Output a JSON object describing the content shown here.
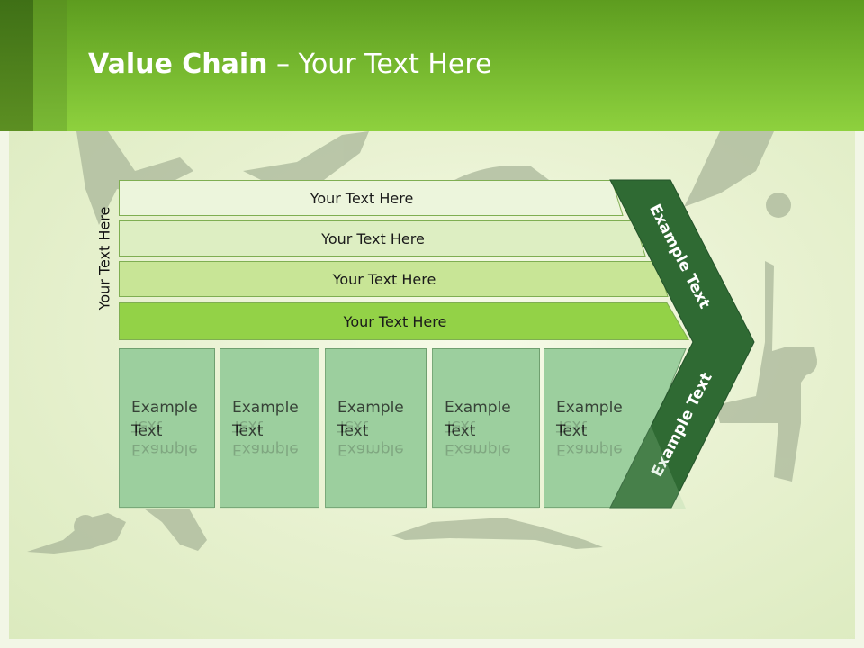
{
  "title": {
    "bold": "Value Chain",
    "rest": " – Your Text Here"
  },
  "side_label": "Your Text Here",
  "bands": [
    "Your Text Here",
    "Your Text Here",
    "Your Text Here",
    "Your Text Here"
  ],
  "columns": [
    {
      "line1": "Example",
      "line2": "Text"
    },
    {
      "line1": "Example",
      "line2": "Text"
    },
    {
      "line1": "Example",
      "line2": "Text"
    },
    {
      "line1": "Example",
      "line2": "Text"
    },
    {
      "line1": "Example",
      "line2": "Text"
    }
  ],
  "chevron": {
    "upper": "Example Text",
    "lower": "Example Text"
  },
  "colors": {
    "header_green": "#8ed13e",
    "chevron_dark": "#2f6a33",
    "column_green": "#9ccf9e"
  }
}
